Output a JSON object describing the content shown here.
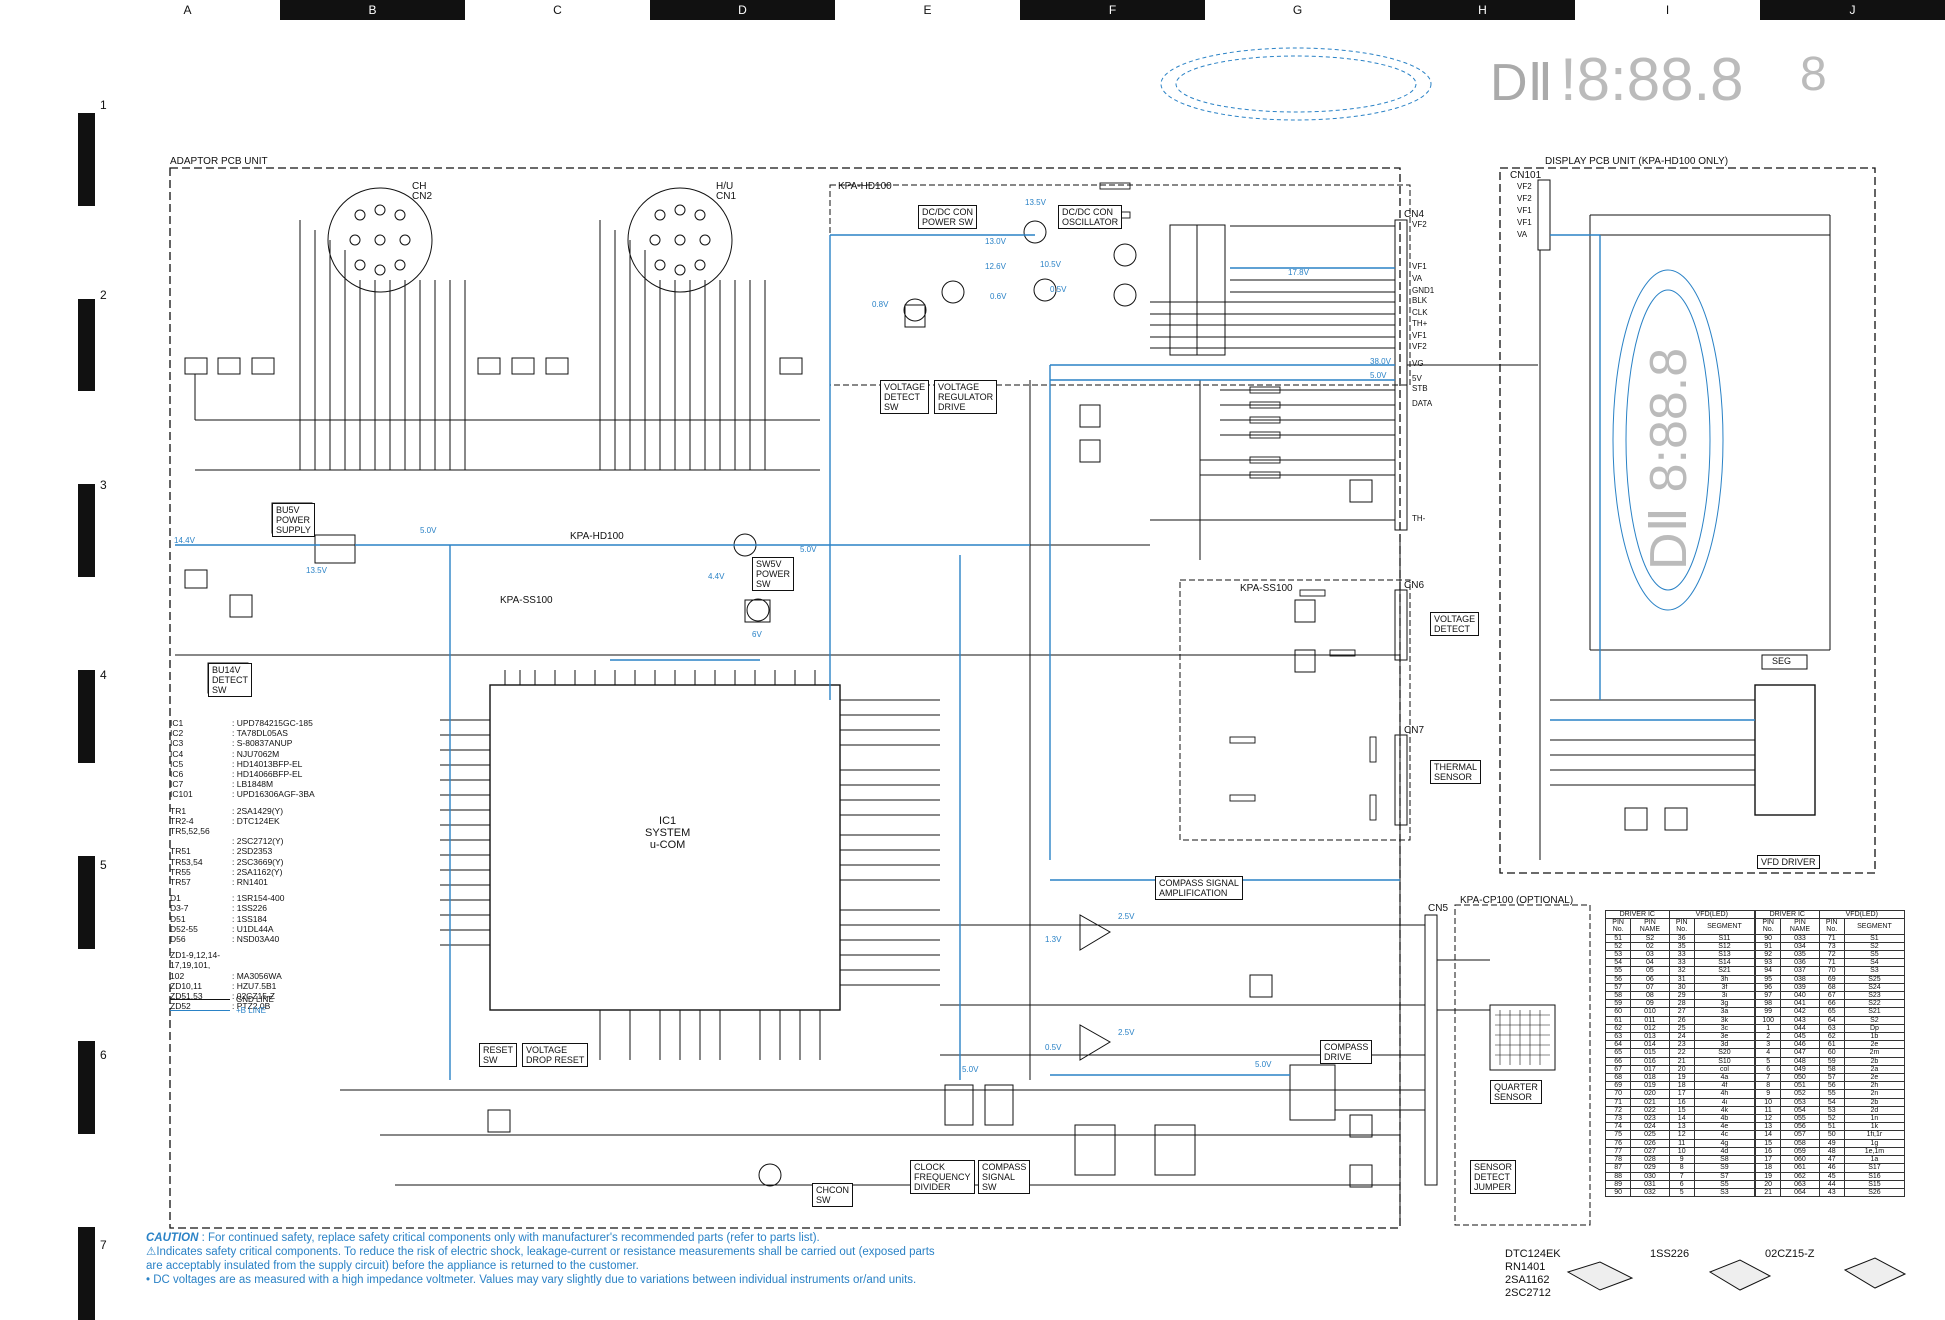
{
  "columns": [
    "A",
    "B",
    "C",
    "D",
    "E",
    "F",
    "G",
    "H",
    "I",
    "J"
  ],
  "rows": [
    "1",
    "2",
    "3",
    "4",
    "5",
    "6",
    "7"
  ],
  "units": {
    "adaptor": "ADAPTOR PCB UNIT",
    "display": "DISPLAY PCB UNIT (KPA-HD100 ONLY)",
    "kpa_hd100": "KPA-HD100",
    "kpa_ss100": "KPA-SS100",
    "kpa_cp100": "KPA-CP100 (OPTIONAL)",
    "vfd_driver": "VFD DRIVER",
    "seg": "SEG"
  },
  "connectors": {
    "cn2": "CH\nCN2",
    "cn1": "H/U\nCN1",
    "cn4": "CN4",
    "cn6": "CN6",
    "cn7": "CN7",
    "cn5": "CN5",
    "cn101": "CN101"
  },
  "cn4_pins": [
    "VF2",
    "VF1",
    "VA",
    "GND1",
    "BLK",
    "CLK",
    "TH+",
    "VF1",
    "VF2",
    "VG",
    "5V",
    "STB",
    "DATA",
    "TH-"
  ],
  "cn101_pins": [
    "VF2",
    "VF2",
    "VF1",
    "VF1",
    "VA"
  ],
  "blocks": {
    "bu5v": "BU5V\nPOWER\nSUPPLY",
    "bu14v": "BU14V\nDETECT\nSW",
    "dcdc_sw": "DC/DC CON\nPOWER SW",
    "dcdc_osc": "DC/DC CON\nOSCILLATOR",
    "volt_detect_sw": "VOLTAGE\nDETECT\nSW",
    "volt_reg": "VOLTAGE\nREGULATOR\nDRIVE",
    "sw5v": "SW5V\nPOWER\nSW",
    "reset_sw": "RESET\nSW",
    "volt_drop": "VOLTAGE\nDROP RESET",
    "chcon_sw": "CHCON\nSW",
    "clock_div": "CLOCK\nFREQUENCY\nDIVIDER",
    "compass_sw": "COMPASS\nSIGNAL\nSW",
    "compass_amp": "COMPASS SIGNAL\nAMPLIFICATION",
    "compass_drive": "COMPASS\nDRIVE",
    "quarter": "QUARTER\nSENSOR",
    "sensor_jumper": "SENSOR\nDETECT\nJUMPER",
    "volt_detect": "VOLTAGE\nDETECT",
    "thermal": "THERMAL\nSENSOR",
    "ic1": "IC1\nSYSTEM\nu-COM"
  },
  "ic_list": [
    [
      "IC1",
      ": UPD784215GC-185"
    ],
    [
      "IC2",
      ": TA78DL05AS"
    ],
    [
      "IC3",
      ": S-80837ANUP"
    ],
    [
      "IC4",
      ": NJU7062M"
    ],
    [
      "IC5",
      ": HD14013BFP-EL"
    ],
    [
      "IC6",
      ": HD14066BFP-EL"
    ],
    [
      "IC7",
      ": LB1848M"
    ],
    [
      "IC101",
      ": UPD16306AGF-3BA"
    ],
    [
      "",
      ""
    ],
    [
      "TR1",
      ": 2SA1429(Y)"
    ],
    [
      "TR2-4",
      ": DTC124EK"
    ],
    [
      "TR5,52,56",
      ""
    ],
    [
      "",
      ": 2SC2712(Y)"
    ],
    [
      "TR51",
      ": 2SD2353"
    ],
    [
      "TR53,54",
      ": 2SC3669(Y)"
    ],
    [
      "TR55",
      ": 2SA1162(Y)"
    ],
    [
      "TR57",
      ": RN1401"
    ],
    [
      "",
      ""
    ],
    [
      "D1",
      ": 1SR154-400"
    ],
    [
      "D3-7",
      ": 1SS226"
    ],
    [
      "D51",
      ": 1SS184"
    ],
    [
      "D52-55",
      ": U1DL44A"
    ],
    [
      "D56",
      ": NSD03A40"
    ],
    [
      "",
      ""
    ],
    [
      "ZD1-9,12,14-17,19,101,",
      ""
    ],
    [
      "  102",
      ": MA3056WA"
    ],
    [
      "ZD10,11",
      ": HZU7.5B1"
    ],
    [
      "ZD51,53",
      ": 02CZ15-Z"
    ],
    [
      "ZD52",
      ": PTZ2.0B"
    ]
  ],
  "legend": {
    "gnd": "GND LINE",
    "b": "+B LINE"
  },
  "caution": {
    "title": "CAUTION",
    "line1": ": For continued safety, replace safety critical components only with manufacturer's recommended parts (refer to parts list).",
    "line2": "Indicates safety critical components. To reduce the risk of electric shock, leakage-current or resistance measurements shall be carried out (exposed parts are acceptably insulated from the supply circuit) before the appliance is returned to the customer.",
    "line3": "DC voltages are as measured with a high impedance voltmeter. Values may vary slightly due to variations between individual instruments or/and units."
  },
  "transistors": {
    "t1": "DTC124EK\nRN1401\n2SA1162\n2SC2712",
    "t2": "1SS226",
    "t3": "02CZ15-Z"
  },
  "pin_table_headers": [
    "DRIVER IC",
    "VFD(LED)",
    "PIN\nNo.",
    "PIN\nNAME",
    "PIN\nNo.",
    "SEGMENT"
  ],
  "pin_table_left": [
    [
      "51",
      "S2",
      "36",
      "S11"
    ],
    [
      "52",
      "02",
      "35",
      "S12"
    ],
    [
      "53",
      "03",
      "33",
      "S13"
    ],
    [
      "54",
      "04",
      "33",
      "S14"
    ],
    [
      "55",
      "05",
      "32",
      "S21"
    ],
    [
      "56",
      "06",
      "31",
      "3h"
    ],
    [
      "57",
      "07",
      "30",
      "3f"
    ],
    [
      "58",
      "08",
      "29",
      "3i"
    ],
    [
      "59",
      "09",
      "28",
      "3g"
    ],
    [
      "60",
      "010",
      "27",
      "3a"
    ],
    [
      "61",
      "011",
      "26",
      "3k"
    ],
    [
      "62",
      "012",
      "25",
      "3c"
    ],
    [
      "63",
      "013",
      "24",
      "3e"
    ],
    [
      "64",
      "014",
      "23",
      "3d"
    ],
    [
      "65",
      "015",
      "22",
      "S20"
    ],
    [
      "66",
      "016",
      "21",
      "S10"
    ],
    [
      "67",
      "017",
      "20",
      "col"
    ],
    [
      "68",
      "018",
      "19",
      "4a"
    ],
    [
      "69",
      "019",
      "18",
      "4f"
    ],
    [
      "70",
      "020",
      "17",
      "4h"
    ],
    [
      "71",
      "021",
      "16",
      "4i"
    ],
    [
      "72",
      "022",
      "15",
      "4k"
    ],
    [
      "73",
      "023",
      "14",
      "4b"
    ],
    [
      "74",
      "024",
      "13",
      "4e"
    ],
    [
      "75",
      "025",
      "12",
      "4c"
    ],
    [
      "76",
      "026",
      "11",
      "4g"
    ],
    [
      "77",
      "027",
      "10",
      "4d"
    ],
    [
      "78",
      "028",
      "9",
      "S8"
    ],
    [
      "87",
      "029",
      "8",
      "S9"
    ],
    [
      "88",
      "030",
      "7",
      "S7"
    ],
    [
      "89",
      "031",
      "6",
      "S5"
    ],
    [
      "90",
      "032",
      "5",
      "S3"
    ]
  ],
  "pin_table_right": [
    [
      "90",
      "033",
      "71",
      "S1"
    ],
    [
      "91",
      "034",
      "73",
      "S2"
    ],
    [
      "92",
      "035",
      "72",
      "S5"
    ],
    [
      "93",
      "036",
      "71",
      "S4"
    ],
    [
      "94",
      "037",
      "70",
      "S3"
    ],
    [
      "95",
      "038",
      "69",
      "S25"
    ],
    [
      "96",
      "039",
      "68",
      "S24"
    ],
    [
      "97",
      "040",
      "67",
      "S23"
    ],
    [
      "98",
      "041",
      "66",
      "S22"
    ],
    [
      "99",
      "042",
      "65",
      "S21"
    ],
    [
      "100",
      "043",
      "64",
      "S2"
    ],
    [
      "1",
      "044",
      "63",
      "Dp"
    ],
    [
      "2",
      "045",
      "62",
      "1b"
    ],
    [
      "3",
      "046",
      "61",
      "2e"
    ],
    [
      "4",
      "047",
      "60",
      "2m"
    ],
    [
      "5",
      "048",
      "59",
      "2b"
    ],
    [
      "6",
      "049",
      "58",
      "2a"
    ],
    [
      "7",
      "050",
      "57",
      "2e"
    ],
    [
      "8",
      "051",
      "56",
      "2h"
    ],
    [
      "9",
      "052",
      "55",
      "2n"
    ],
    [
      "10",
      "053",
      "54",
      "2b"
    ],
    [
      "11",
      "054",
      "53",
      "2d"
    ],
    [
      "12",
      "055",
      "52",
      "1n"
    ],
    [
      "13",
      "056",
      "51",
      "1k"
    ],
    [
      "14",
      "057",
      "50",
      "1fi,1r"
    ],
    [
      "15",
      "058",
      "49",
      "1g"
    ],
    [
      "16",
      "059",
      "48",
      "1e,1m"
    ],
    [
      "17",
      "060",
      "47",
      "1a"
    ],
    [
      "18",
      "061",
      "46",
      "S17"
    ],
    [
      "19",
      "062",
      "45",
      "S16"
    ],
    [
      "20",
      "063",
      "44",
      "S15"
    ],
    [
      "21",
      "064",
      "43",
      "S26"
    ]
  ],
  "voltages": [
    "14.4V",
    "13.5V",
    "5.0V",
    "5.0V",
    "13.5V",
    "12.6V",
    "10.5V",
    "13.0V",
    "0.8V",
    "0.6V",
    "0.5V",
    "17.8V",
    "38.0V",
    "5.0V",
    "4.4V",
    "6V",
    "2.5V",
    "2.5V",
    "1.3V",
    "0.5V",
    "5.0V",
    "5.0V"
  ]
}
